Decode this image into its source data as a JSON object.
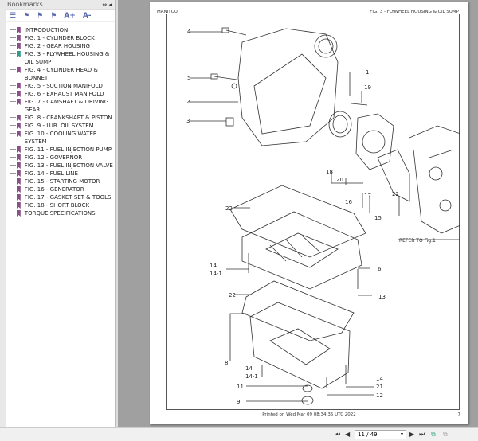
{
  "bookmarks": {
    "title": "Bookmarks",
    "items": [
      {
        "label": "INTRODUCTION"
      },
      {
        "label": "FIG. 1 - CYLINDER BLOCK"
      },
      {
        "label": "FIG. 2 - GEAR HOUSING"
      },
      {
        "label": "FIG. 3 - FLYWHEEL HOUSING & OIL SUMP",
        "active": true
      },
      {
        "label": "FIG. 4 - CYLINDER HEAD & BONNET"
      },
      {
        "label": "FIG. 5 - SUCTION MANIFOLD"
      },
      {
        "label": "FIG. 6 - EXHAUST MANIFOLD"
      },
      {
        "label": "FIG. 7 - CAMSHAFT & DRIVING GEAR"
      },
      {
        "label": "FIG. 8 - CRANKSHAFT & PISTON"
      },
      {
        "label": "FIG. 9 - LUB. OIL SYSTEM"
      },
      {
        "label": "FIG. 10 - COOLING WATER SYSTEM"
      },
      {
        "label": "FIG. 11 - FUEL INJECTION PUMP"
      },
      {
        "label": "FIG. 12 - GOVERNOR"
      },
      {
        "label": "FIG. 13 - FUEL INJECTION VALVE"
      },
      {
        "label": "FIG. 14 - FUEL LINE"
      },
      {
        "label": "FIG. 15 - STARTING MOTOR"
      },
      {
        "label": "FIG. 16 - GENERATOR"
      },
      {
        "label": "FIG. 17 - GASKET SET & TOOLS"
      },
      {
        "label": "FIG. 18 - SHORT BLOCK"
      },
      {
        "label": "TORQUE SPECIFICATIONS"
      }
    ],
    "tools": {
      "font_up": "A+",
      "font_down": "A-"
    }
  },
  "page": {
    "brand": "MANITOU",
    "figure_title": "FIG. 3 - FLYWHEEL HOUSING & OIL SUMP",
    "printed": "Printed on  Wed Mar 09 08:34:35 UTC 2022",
    "page_number": "7",
    "callouts": [
      "4",
      "5",
      "2",
      "3",
      "1",
      "19",
      "18",
      "20",
      "17",
      "16",
      "15",
      "22",
      "22",
      "REFER TO Fig.1",
      "14",
      "14-1",
      "6",
      "13",
      "22",
      "8",
      "14",
      "14-1",
      "14",
      "21",
      "11",
      "12",
      "9"
    ]
  },
  "navigation": {
    "page_indicator": "11 / 49"
  }
}
